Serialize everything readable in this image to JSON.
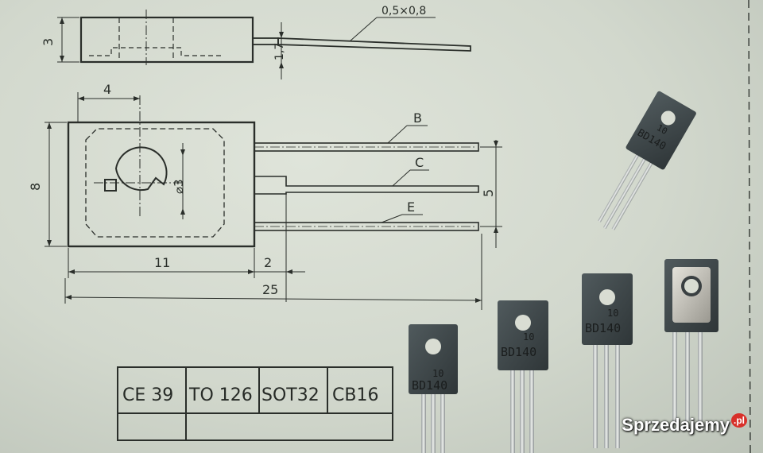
{
  "drawing": {
    "lead_section": "0,5×0,8",
    "dim_height_top": "3",
    "dim_thickness": "1,7",
    "dim_hole_offset": "4",
    "dim_body_height": "8",
    "dim_hole_diameter": "⌀3",
    "pin_labels": [
      "B",
      "C",
      "E"
    ],
    "dim_pin_span": "5",
    "dim_body_length": "11",
    "dim_shoulder": "2",
    "dim_total_length": "25"
  },
  "package_table": {
    "cells": [
      "CE 39",
      "TO 126",
      "SOT32",
      "CB16"
    ]
  },
  "components": {
    "marking_code": "10",
    "marking_part": "BD140"
  },
  "watermark": {
    "text": "Sprzedajemy",
    "tld": ".pl"
  }
}
